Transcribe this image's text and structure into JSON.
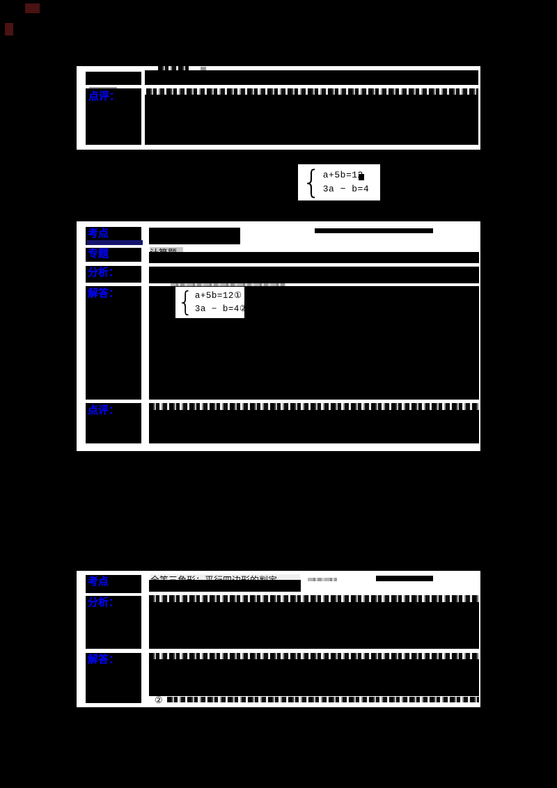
{
  "colors": {
    "page_background": "#000000",
    "paper": "#ffffff",
    "redaction": "#000000",
    "label_blue": "#0202f2",
    "navy_bar": "#15156e",
    "maroon_marks": "#4a1212",
    "highlight_gray": "#9a9a9a"
  },
  "table1": {
    "dianping_label": "点评："
  },
  "standalone_equation": {
    "brace": "{",
    "line1": "a+5b=12",
    "line2": "3a − b=4"
  },
  "table2": {
    "kaodian_label": "考点",
    "zhuanti_label": "专题",
    "zhuanti_value": "计算题",
    "fenxi_label": "分析：",
    "jieda_label": "解答：",
    "dianping_label": "点评：",
    "equation": {
      "brace": "{",
      "line1": "a+5b=12①",
      "line2": "3a − b=4②"
    }
  },
  "table3": {
    "kaodian_label": "考点",
    "kaodian_value": "全等三角形；平行四边形的判定",
    "fenxi_label": "分析：",
    "jieda_label": "解答：",
    "answer_prefix": "②"
  }
}
